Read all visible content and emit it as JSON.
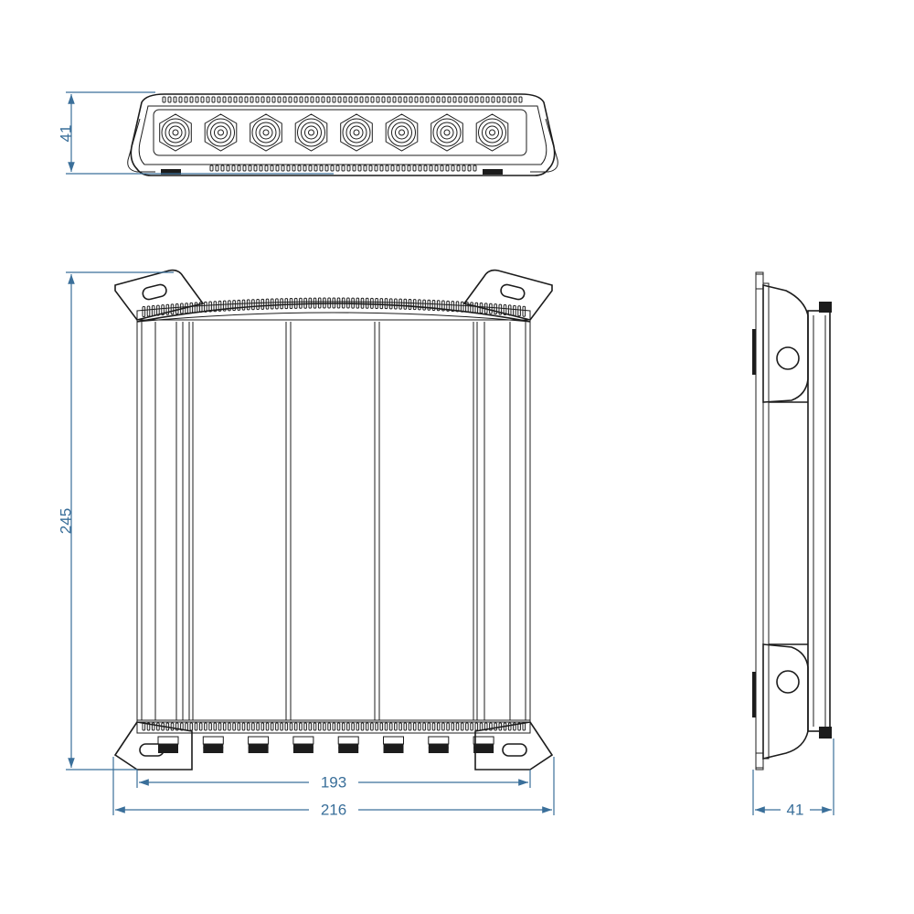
{
  "dimensions": {
    "top_view_height": "41",
    "front_view_height": "245",
    "inner_width": "193",
    "outer_width": "216",
    "side_view_depth": "41"
  },
  "colors": {
    "dimension_line": "#3a6f9a",
    "outline": "#1c1c1c",
    "background": "#ffffff"
  },
  "connectors": {
    "count": 8
  }
}
